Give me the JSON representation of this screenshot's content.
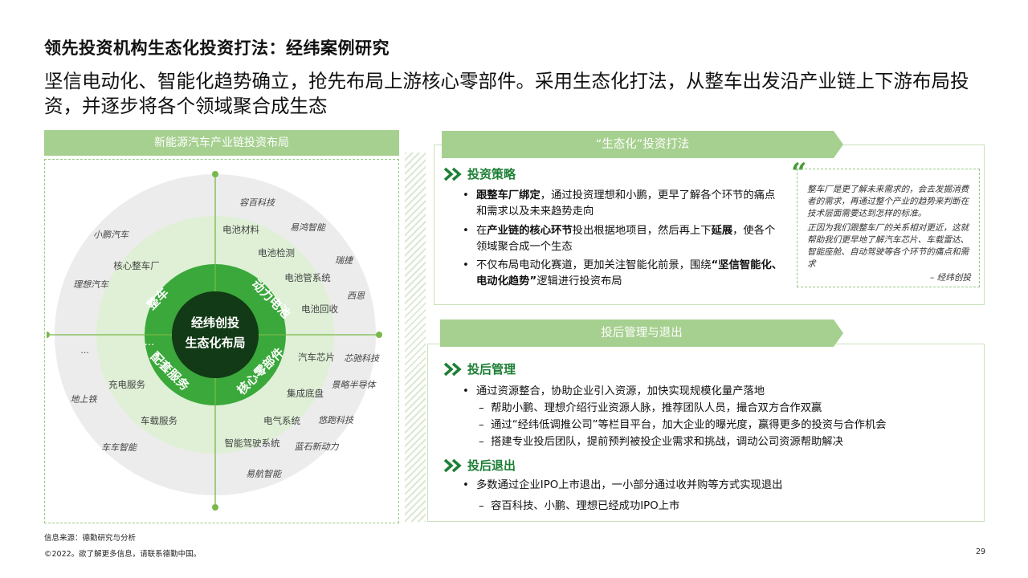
{
  "header": {
    "title": "领先投资机构生态化投资打法：经纬案例研究",
    "subtitle": "坚信电动化、智能化趋势确立，抢先布局上游核心零部件。采用生态化打法，从整车出发沿产业链上下游布局投资，并逐步将各个领域聚合成生态"
  },
  "left": {
    "header": "新能源汽车产业链投资布局",
    "center": [
      "经纬创投",
      "生态化布局"
    ],
    "quadrants": [
      "整车",
      "动力电池",
      "核心零部件",
      "配套服务"
    ],
    "middle_ring": {
      "top_right": [
        "电池材料",
        "电池检测",
        "电池管系统",
        "电池回收"
      ],
      "bottom_right": [
        "汽车芯片",
        "集成底盘",
        "电气系统",
        "智能驾驶系统"
      ],
      "top_left": [
        "核心整车厂"
      ],
      "bottom_left": [
        "...",
        "充电服务",
        "车载服务"
      ]
    },
    "outer_ring": {
      "top_right": [
        "容百科技",
        "易鸿智能",
        "瑞捷",
        "西恩"
      ],
      "bottom_right": [
        "芯驰科技",
        "景略半导体",
        "悠跑科技",
        "蓝石新动力",
        "易航智能"
      ],
      "top_left": [
        "小鹏汽车",
        "理想汽车"
      ],
      "bottom_left": [
        "...",
        "地上铁",
        "车车智能"
      ]
    }
  },
  "strategy": {
    "banner": "“生态化”投资打法",
    "heading": "投资策略",
    "bullets": [
      {
        "bold": "跟整车厂绑定",
        "rest": "，通过投资理想和小鹏，更早了解各个环节的痛点和需求以及未来趋势走向"
      },
      {
        "pre": "在",
        "bold": "产业链的核心环节",
        "mid": "投出根据地项目，然后再上下",
        "bold2": "延展",
        "rest": "，使各个领域聚合成一个生态"
      },
      {
        "pre": "不仅布局电动化赛道，更加关注智能化前景，围绕",
        "bold": "“坚信智能化、电动化趋势”",
        "rest": "逻辑进行投资布局"
      }
    ],
    "quote": {
      "p1": "整车厂是更了解未来需求的，会去发掘消费者的需求，再通过整个产业的趋势来判断在技术层面需要达到怎样的标准。",
      "p2": "正因为我们跟整车厂的关系相对更近，这就帮助我们更早地了解汽车芯片、车载雷达、智能座舱、自动驾驶等各个环节的痛点和需求",
      "attribution": "– 经纬创投"
    }
  },
  "management": {
    "banner": "投后管理与退出",
    "heading1": "投后管理",
    "bullet1": "通过资源整合，协助企业引入资源，加快实现规模化量产落地",
    "subs1": [
      "帮助小鹏、理想介绍行业资源人脉，推荐团队人员，撮合双方合作双赢",
      "通过“经纬低调推公司”等栏目平台，加大企业的曝光度，赢得更多的投资与合作机会",
      "搭建专业投后团队，提前预判被投企业需求和挑战，调动公司资源帮助解决"
    ],
    "heading2": "投后退出",
    "bullet2": "多数通过企业IPO上市退出，一小部分通过收并购等方式实现退出",
    "subs2": [
      "容百科技、小鹏、理想已经成功IPO上市"
    ]
  },
  "footer": {
    "source": "信息来源：德勤研究与分析",
    "copyright": "©2022。欲了解更多信息，请联系德勤中国。",
    "page": "29"
  },
  "colors": {
    "dark_green": "#1a3d1a",
    "green": "#3aa83a",
    "light_green": "#a6d08f",
    "accent": "#1d7f35"
  }
}
